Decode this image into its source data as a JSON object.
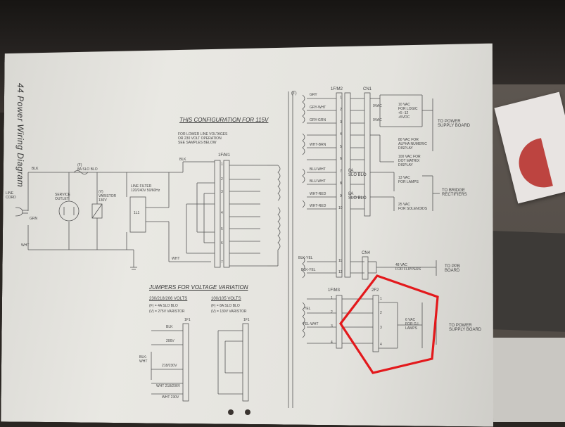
{
  "document": {
    "page_title": "44 Power Wiring Diagram",
    "config_title": "THIS CONFIGURATION FOR 115V",
    "note_lower_voltages": "FOR LOWER LINE VOLTAGES\nOR 230 VOLT OPERATION\nSEE SAMPLES BELOW",
    "jumpers_title": "JUMPERS FOR VOLTAGE VARIATION"
  },
  "input_section": {
    "line_cord": "LINE\nCORD",
    "service_outlet": "SERVICE\nOUTLET",
    "fuse_label": "(F)\n8A SLO BLO",
    "varistor_label": "(V)\nVARISTOR\n130V",
    "line_filter": "LINE FILTER\n120/240V 50/60Hz",
    "filter_id": "1L1",
    "wire_blk_1": "BLK",
    "wire_blk_2": "BLK",
    "wire_grn": "GRN",
    "wire_wht_1": "WHT",
    "wire_wht_2": "WHT"
  },
  "connector_m1": {
    "label": "1F/M1",
    "pins": [
      "1",
      "2",
      "3",
      "4",
      "5",
      "6",
      "7"
    ]
  },
  "connector_m2": {
    "label": "1F/M2",
    "transformer_label": "(T)",
    "wires": [
      "GRY",
      "GRY-WHT",
      "GRY-GRN",
      "",
      "",
      "WHT-BRN",
      "",
      "BLU-WHT",
      "BLU-WHT",
      "WHT-RED",
      "WHT-RED"
    ],
    "pins": [
      "1",
      "2",
      "3",
      "4",
      "5",
      "6",
      "7",
      "8",
      "9",
      "10"
    ],
    "fuse_1": "8A\nSLO BLO",
    "fuse_2": "8A\nSLO BLO"
  },
  "connector_cn1": {
    "label": "CN1",
    "outputs": [
      {
        "v": "9VAC",
        "desc": "10 VAC\nFOR LOGIC\n+5 -12\n+5VDC"
      },
      {
        "v": "9VAC",
        "desc": ""
      },
      {
        "v": "",
        "desc": "80 VAC FOR\nALPHA NUMERIC\nDISPLAY\n\n100 VAC FOR\nDOT MATRIX\nDISPLAY"
      },
      {
        "v": "",
        "desc": "13 VAC\nFOR LAMPS"
      },
      {
        "v": "",
        "desc": "25 VAC\nFOR SOLENOIDS"
      }
    ],
    "dest_power_supply": "TO POWER\nSUPPLY BOARD",
    "dest_bridge": "TO BRIDGE\nRECTIFIERS"
  },
  "connector_cn4": {
    "label": "CN4",
    "wires": [
      "BLK-YEL",
      "BLK-YEL"
    ],
    "pins": [
      "11",
      "12"
    ],
    "desc": "48 VAC\nFOR FLIPPERS",
    "dest": "TO PPB\nBOARD"
  },
  "connector_m3": {
    "label": "1F/M3",
    "conn_2f2": "2F2",
    "wires": [
      "YEL",
      "YEL-WHT"
    ],
    "pins": [
      "1",
      "2",
      "3",
      "4"
    ],
    "pins_2f2": [
      "1",
      "2",
      "3",
      "4"
    ],
    "desc": "6 VAC\nFOR G.I.\nLAMPS",
    "dest": "TO POWER\nSUPPLY BOARD"
  },
  "jumper_230": {
    "title": "230/218/206 VOLTS",
    "fuse": "(F) = 4A SLO BLO",
    "varistor": "(V) = 275V VARISTOR",
    "conn": "1F1",
    "wire_blk": "BLK",
    "wire_side": "BLK-\nWHT",
    "tap_206": "206V",
    "tap_218": "218/230V",
    "wire_wht": "WHT 218/206V",
    "wire_wht2": "WHT 230V"
  },
  "jumper_100": {
    "title": "100/105 VOLTS",
    "fuse": "(F) = 8A SLO BLO",
    "varistor": "(V) = 130V VARISTOR",
    "conn": "1F1"
  },
  "highlight": {
    "color": "#e3191c"
  }
}
